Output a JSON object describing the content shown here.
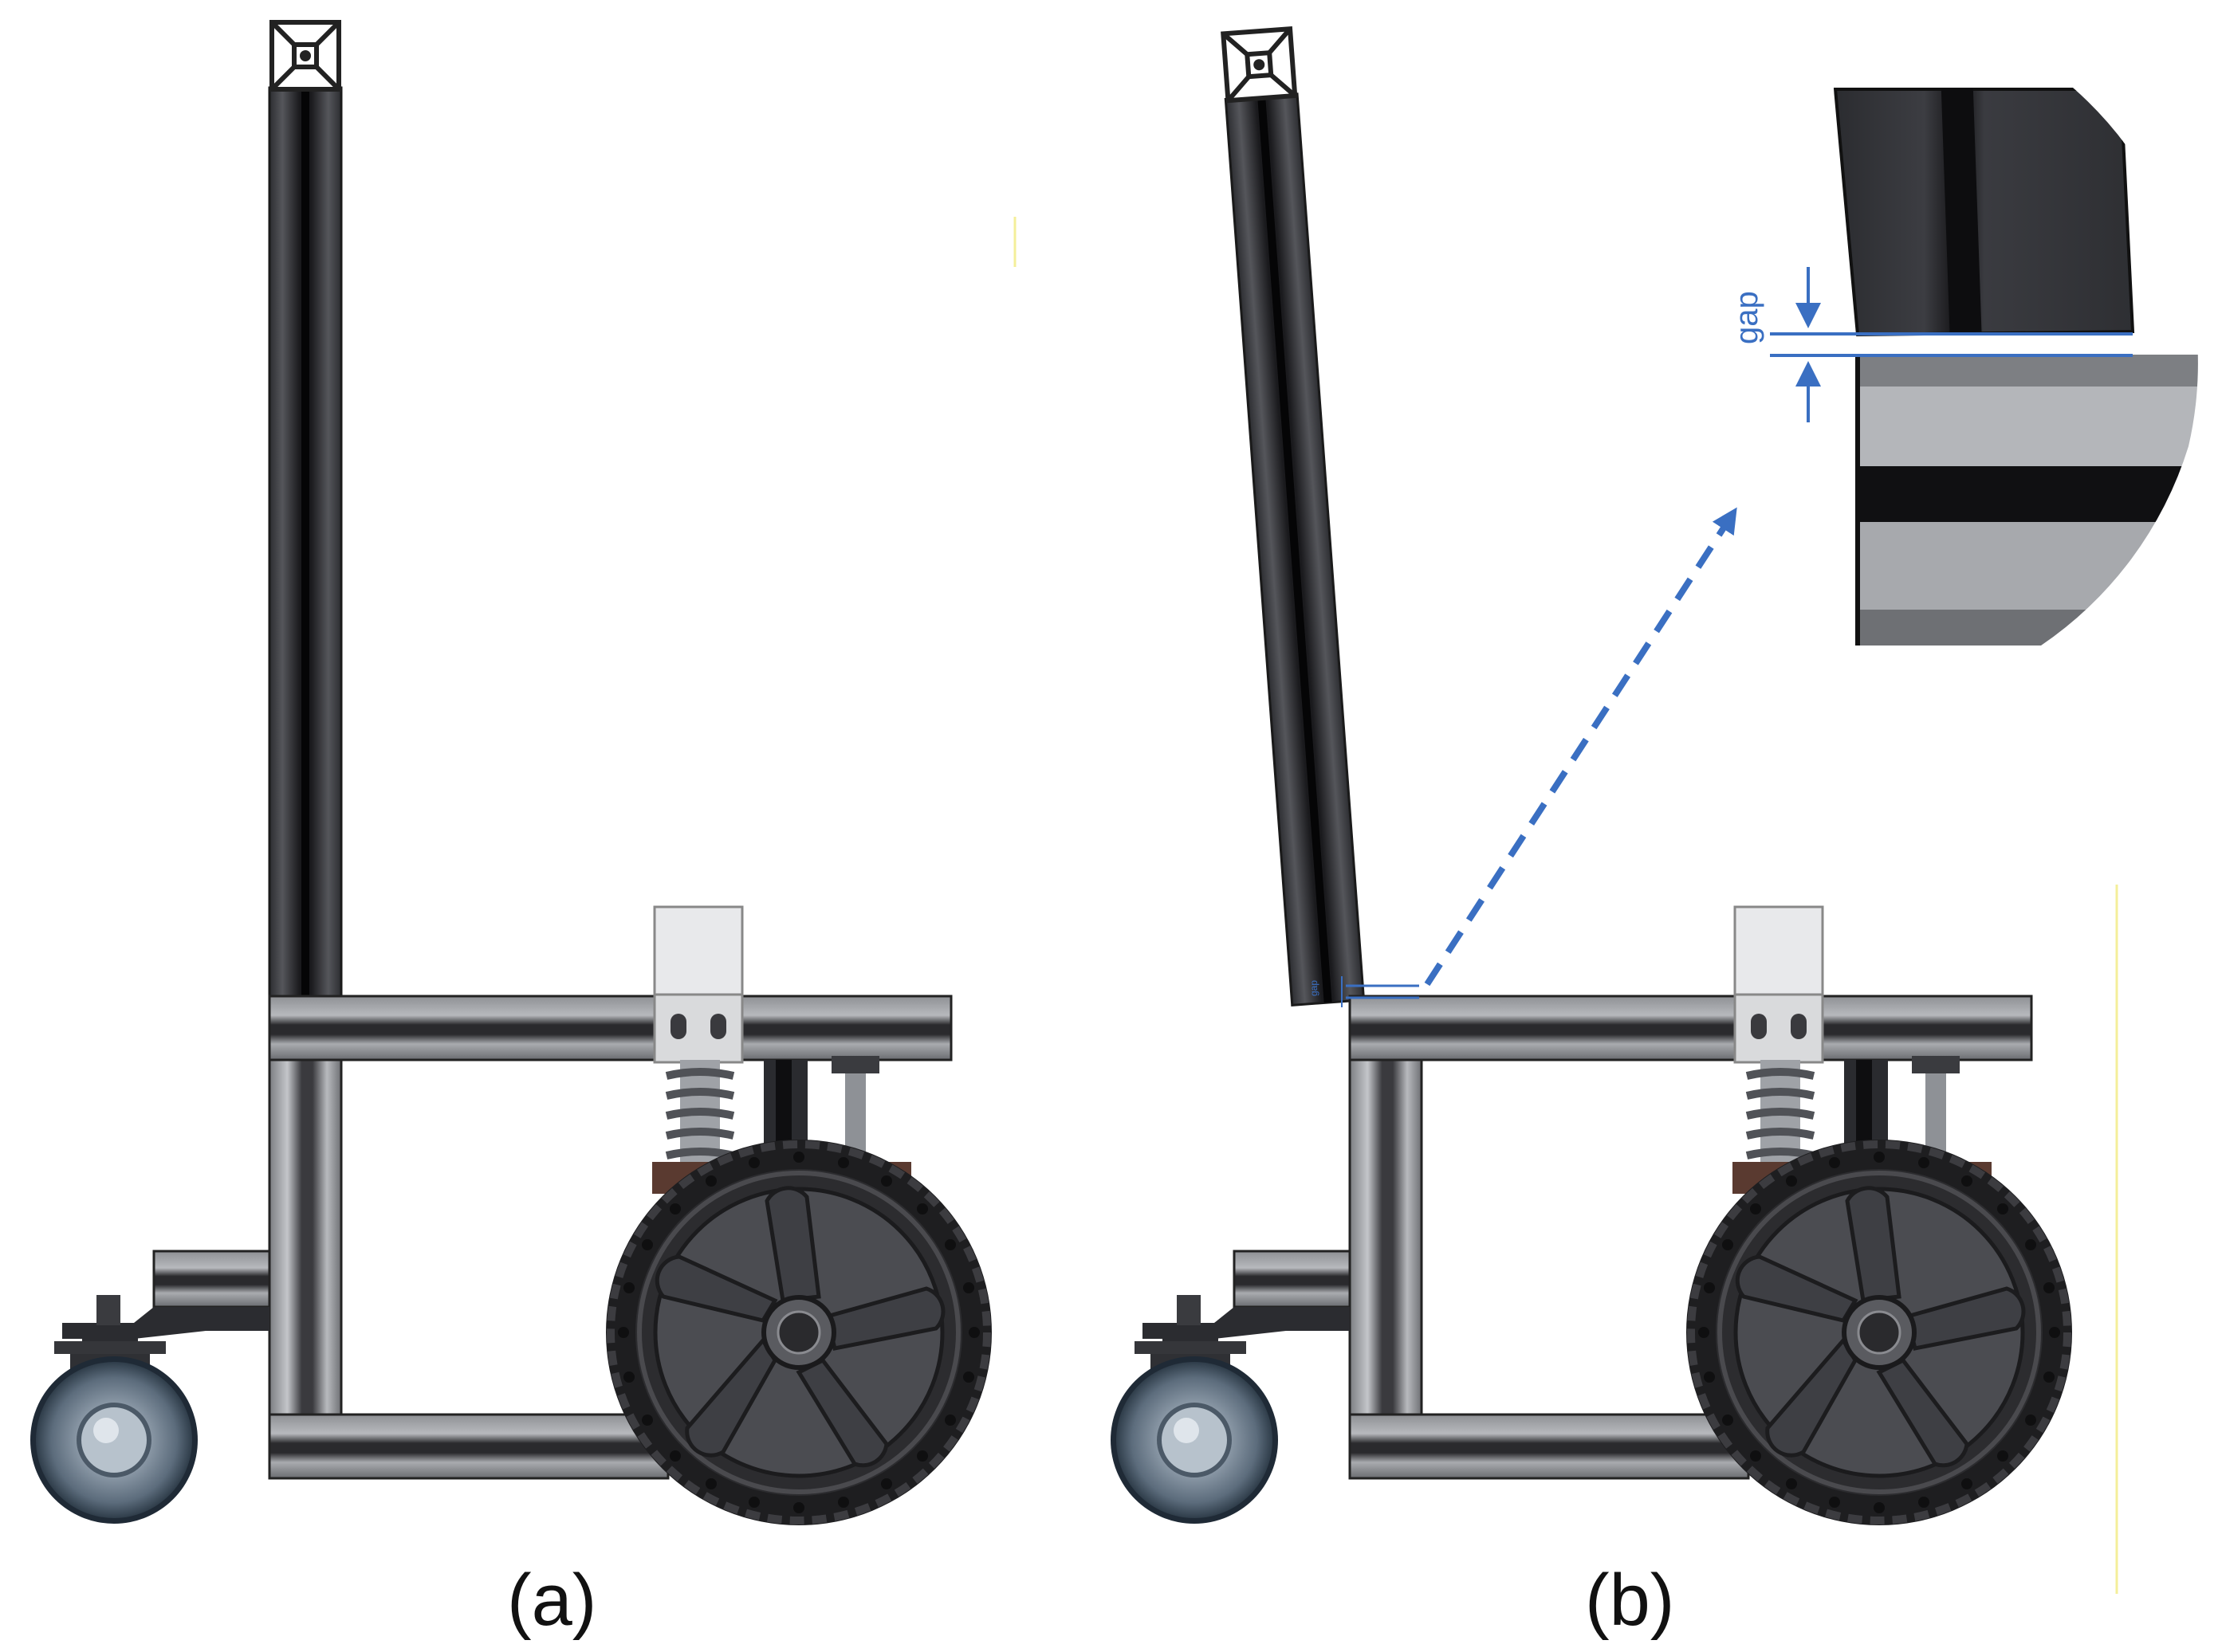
{
  "captions": {
    "a": "(a)",
    "b": "(b)"
  },
  "annotation": {
    "gap_label": "gap",
    "gap_label_small": "gap"
  },
  "colors": {
    "annotation_blue": "#3a6fc2",
    "extrusion_dark": "#3b3c41",
    "extrusion_light": "#9a9ca0",
    "tire": "#2a2a2c",
    "hub": "#4a4b50",
    "caster": "#5b6f83"
  }
}
